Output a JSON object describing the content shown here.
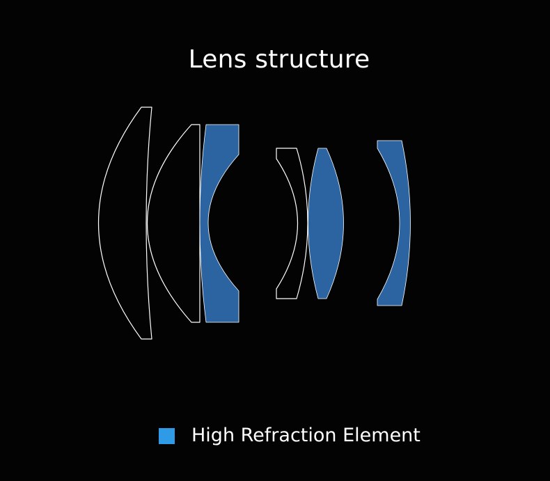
{
  "title": "Lens structure",
  "legend": {
    "label": "High Refraction Element",
    "swatch_color": "#2f9ae6"
  },
  "colors": {
    "background": "#030303",
    "outline": "#ffffff",
    "high_refraction_fill": "#2b64a0"
  },
  "lens_elements": [
    {
      "id": "element-1",
      "high_refraction": false
    },
    {
      "id": "element-2",
      "high_refraction": false
    },
    {
      "id": "element-3",
      "high_refraction": true
    },
    {
      "id": "element-4",
      "high_refraction": false
    },
    {
      "id": "element-5",
      "high_refraction": true
    },
    {
      "id": "element-6",
      "high_refraction": true
    }
  ]
}
